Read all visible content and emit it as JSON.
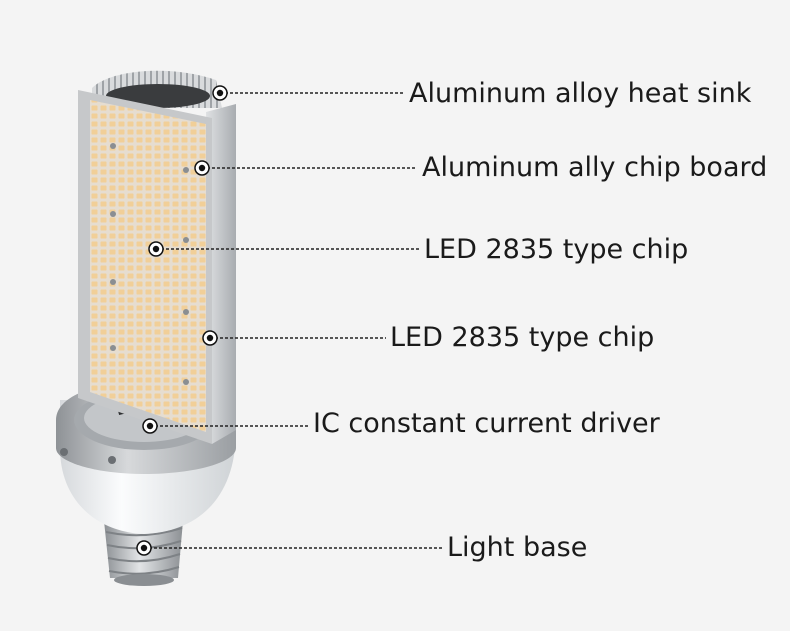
{
  "colors": {
    "background": "#f4f4f4",
    "label_text": "#1a1a1a",
    "leader_line": "#222222",
    "marker_fill": "#ffffff",
    "marker_ring": "#111111",
    "led_chip": "#f1cf98",
    "panel": "#c9cbcd",
    "aluminum": "#b4b7ba",
    "diffuser": "#eef0f2"
  },
  "callouts": [
    {
      "label": "Aluminum alloy heat sink"
    },
    {
      "label": "Aluminum ally chip board"
    },
    {
      "label": "LED 2835 type chip"
    },
    {
      "label": "LED 2835 type chip"
    },
    {
      "label": "IC constant current driver"
    },
    {
      "label": "Light base"
    }
  ]
}
